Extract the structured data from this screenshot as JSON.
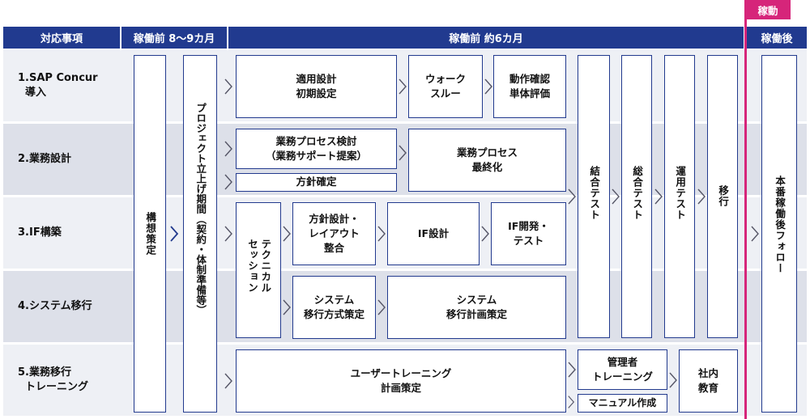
{
  "header": {
    "col1": "対応事項",
    "col2": "稼働前 8〜9カ月",
    "col3": "稼働前 約6カ月",
    "col4": "稼働後",
    "golive_tag": "稼動"
  },
  "rows": [
    "1.SAP Concur\n  導入",
    "2.業務設計",
    "3.IF構築",
    "4.システム移行",
    "5.業務移行\n  トレーニング"
  ],
  "boxes": {
    "kousou": "構想策定",
    "project": "プロジェクト立上げ期間（契約・体制準備等）",
    "tekiyou": "適用設計\n初期設定",
    "walk": "ウォーク\nスルー",
    "dousa": "動作確認\n単体評価",
    "gyomu_process": "業務プロセス検討\n（業務サポート提案）",
    "houshin_kakutei": "方針確定",
    "gyomu_final": "業務プロセス\n最終化",
    "technical": "テクニカル\nセッション",
    "if_houshin": "方針設計・\nレイアウト\n整合",
    "if_sekkei": "IF設計",
    "if_kaihatsu": "IF開発・\nテスト",
    "sys_houshiki": "システム\n移行方式策定",
    "sys_keikaku": "システム\n移行計画策定",
    "ketsugou": "結合テスト",
    "sougou": "総合テスト",
    "unyou": "運用テスト",
    "ikou": "移行",
    "honban": "本番稼働後フォロー",
    "user_training": "ユーザートレーニング\n計画策定",
    "kanri_training": "管理者\nトレーニング",
    "manual": "マニュアル作成",
    "shanai": "社内\n教育"
  },
  "colors": {
    "header_bg": "#213a8f",
    "box_border": "#223a8e",
    "row_light": "#eef0f5",
    "row_dark": "#dde0e9",
    "golive_line": "#d6257a",
    "chevron": "#223a8e"
  }
}
